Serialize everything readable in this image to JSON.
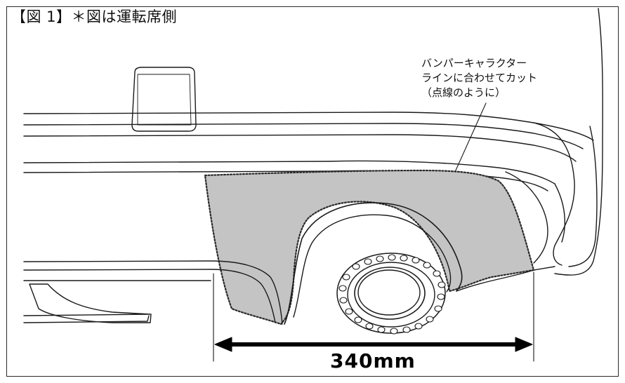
{
  "figure": {
    "caption": "【図 1】＊図は運転席側",
    "note_lines": [
      "バンパーキャラクター",
      "ラインに合わせてカット",
      "（点線のように）"
    ],
    "dimension_label": "340mm"
  },
  "colors": {
    "line": "#1a1a1a",
    "cut_area_fill": "#c4c4c4",
    "background": "#ffffff"
  }
}
